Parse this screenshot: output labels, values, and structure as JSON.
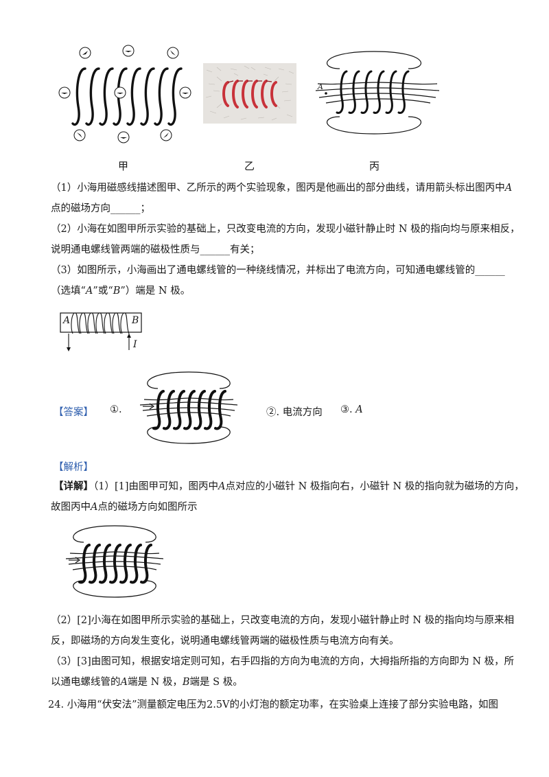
{
  "figures": {
    "captions": [
      "甲",
      "乙",
      "丙"
    ],
    "point_label": "A",
    "circuit_labels": {
      "left": "A",
      "right": "B",
      "current": "I"
    }
  },
  "questions": {
    "q1_line1": "（1）小海用磁感线描述图甲、乙所示的两个实验现象，图丙是他画出的部分曲线，请用箭头标出图丙中",
    "q1_var": "A",
    "q1_line2": "点的磁场方向______；",
    "q2_line1": "（2）小海在如图甲所示实验的基础上，只改变电流的方向，发现小磁针静止时 N 极的指向均与原来相反，",
    "q2_line2": "说明通电螺线管两端的磁极性质与______有关；",
    "q3_line1": "（3）如图所示，小海画出了通电螺线管的一种绕线情况，并标出了电流方向，可知通电螺线管的______",
    "q3_line2a": "（选填“",
    "q3_opt_a": "A",
    "q3_line2b": "”或“",
    "q3_opt_b": "B",
    "q3_line2c": "”）端是 N 极。"
  },
  "answer": {
    "label": "【答案】",
    "item1": "①.",
    "item2": "②. 电流方向",
    "item3": "③. ",
    "item3_var": "A"
  },
  "analysis": {
    "label": "【解析】",
    "detail_label": "【详解】",
    "p1_a": "（1）[1]由图甲可知，图丙中",
    "p1_var": "A",
    "p1_b": "点对应的小磁针 N 极指向右，小磁针 N 极的指向就为磁场的方向，",
    "p1_c": "故图丙中",
    "p1_var2": "A",
    "p1_d": "点的磁场方向如图所示",
    "p2_line1": "（2）[2]小海在如图甲所示实验的基础上，只改变电流的方向，发现小磁针静止时 N 极的指向均与原来相",
    "p2_line2": "反，即磁场的方向发生变化，说明通电螺线管两端的磁极性质与电流方向有关。",
    "p3_line1": "（3）[3]由图可知，根据安培定则可知，右手四指的方向为电流的方向，大拇指所指的方向即为 N 极，所",
    "p3_line2a": "以通电螺线管的",
    "p3_var_a": "A",
    "p3_line2b": "端是 N 极，",
    "p3_var_b": "B",
    "p3_line2c": "端是 S 极。"
  },
  "next_question": {
    "text_a": "24. 小海用“伏安法”测量额定电压为",
    "voltage": "2.5V",
    "text_b": "的小灯泡的额定功率，在实验桌上连接了部分实验电路，如图"
  }
}
